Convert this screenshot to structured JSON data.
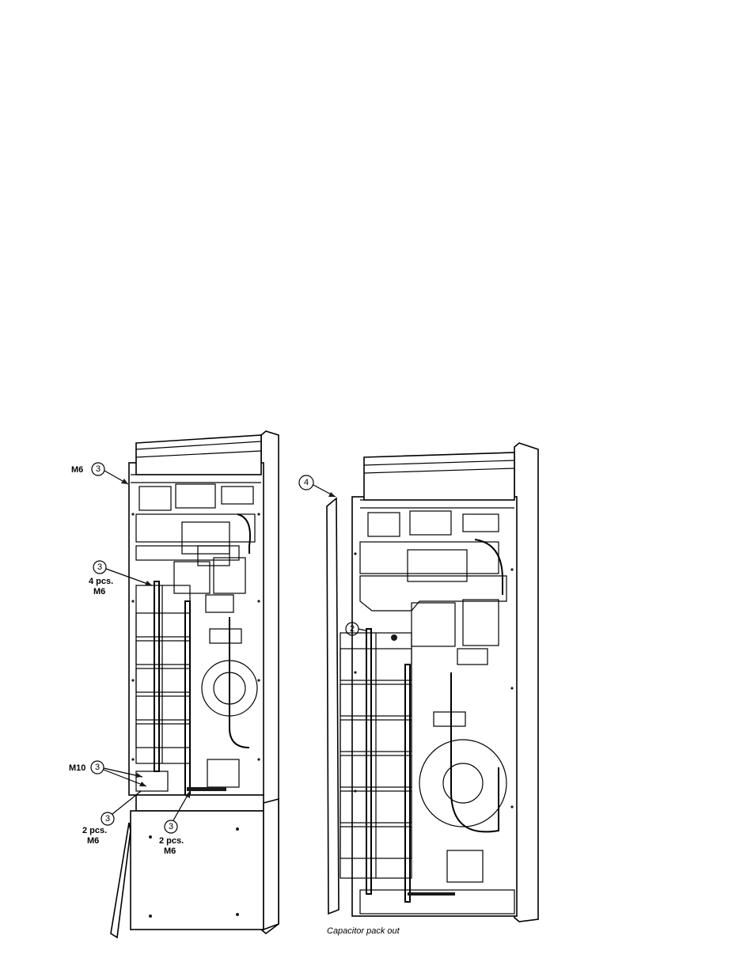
{
  "figure": {
    "left_unit": {
      "callouts": [
        {
          "number": "3",
          "label": "M6"
        },
        {
          "number": "3",
          "label": "4 pcs.",
          "label2": "M6"
        },
        {
          "number": "3",
          "label": "M10"
        },
        {
          "number": "3",
          "label": "2 pcs.",
          "label2": "M6"
        },
        {
          "number": "3",
          "label": "2 pcs.",
          "label2": "M6"
        }
      ]
    },
    "right_unit": {
      "callouts": [
        {
          "number": "4"
        },
        {
          "number": "2"
        }
      ],
      "caption": "Capacitor pack out"
    }
  }
}
